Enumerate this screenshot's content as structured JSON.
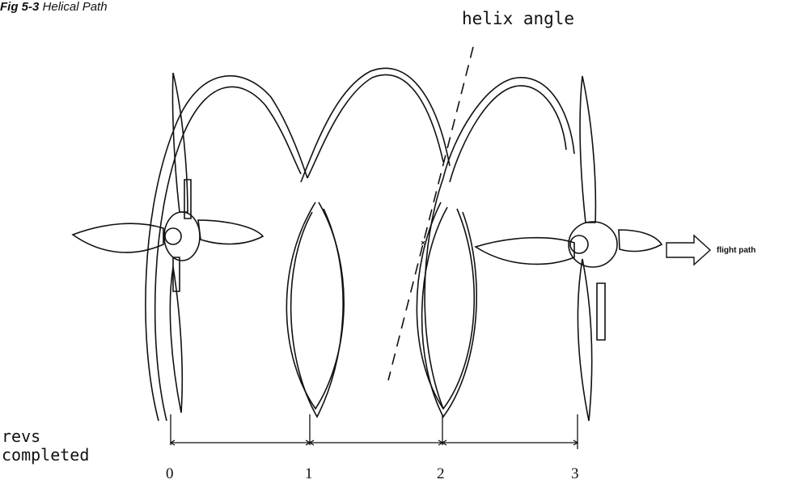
{
  "caption": {
    "number": "Fig 5-3",
    "title": "Helical Path"
  },
  "labels": {
    "helix_angle": "helix angle",
    "flight_path": "flight path",
    "revs_line1": "revs",
    "revs_line2": "completed"
  },
  "ticks": [
    "0",
    "1",
    "2",
    "3"
  ],
  "colors": {
    "ink": "#111111",
    "background": "#ffffff"
  },
  "icons": {
    "arrow": "flight-path-arrow-icon"
  }
}
